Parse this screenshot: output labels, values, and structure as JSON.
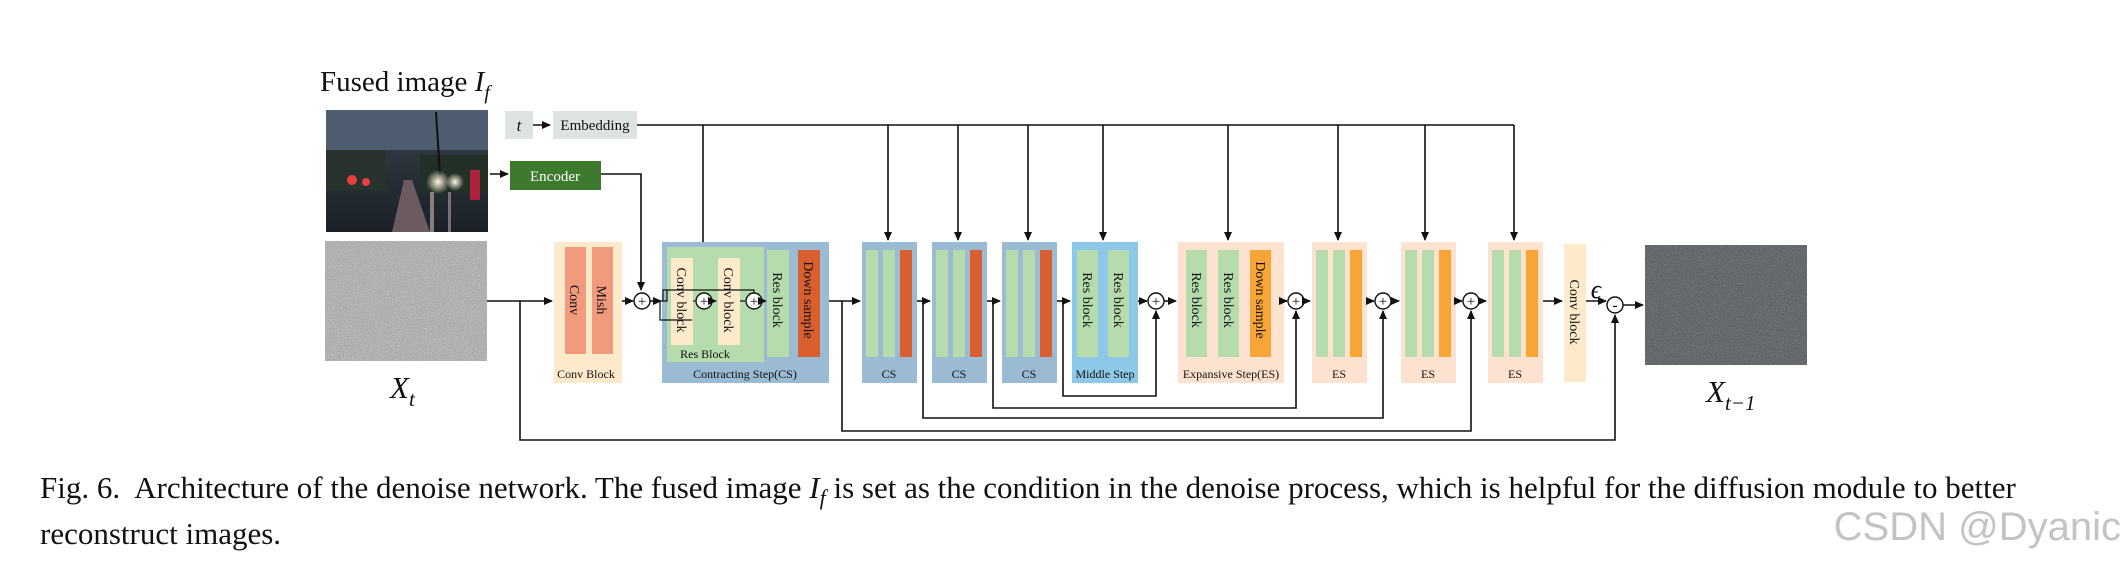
{
  "diagram": {
    "fused_image_label": "Fused image",
    "fused_image_var": "I",
    "fused_image_sub": "f",
    "xt_label": "X",
    "xt_sub": "t",
    "xt1_label": "X",
    "xt1_sub": "t−1",
    "t_label": "t",
    "embedding_label": "Embedding",
    "encoder_label": "Encoder",
    "conv_label": "Conv",
    "mish_label": "Mish",
    "conv_block_caption": "Conv Block",
    "conv_block_a": "Conv block",
    "conv_block_b": "Conv block",
    "res_block_caption": "Res Block",
    "res_block_label": "Res block",
    "down_sample_label": "Down sample",
    "contracting_caption": "Contracting Step(CS)",
    "cs_label": "CS",
    "middle_res_a": "Res block",
    "middle_res_b": "Res block",
    "middle_caption": "Middle Step",
    "exp_res_a": "Res block",
    "exp_res_b": "Res block",
    "exp_down": "Down sample",
    "expansive_caption": "Expansive Step(ES)",
    "es_label": "ES",
    "final_conv_label": "Conv block",
    "epsilon_label": "ϵ",
    "plus_symbol": "+",
    "minus_symbol": "-"
  },
  "caption": {
    "fig_label": "Fig. 6.",
    "text_1": "Architecture of the denoise network. The fused image ",
    "var": "I",
    "var_sub": "f",
    "text_2": " is set as the condition in the denoise process, which is helpful for the diffusion module to better reconstruct images."
  },
  "watermark": "CSDN @Dyanic",
  "colors": {
    "blue_panel": "#9bbad4",
    "light_blue_panel": "#8ec8e8",
    "peach_panel": "#fde3cf",
    "cream_panel": "#fdeacb",
    "green_bar": "#b6dcae",
    "red_bar": "#d95f30",
    "orange_bar": "#f7a536",
    "salmon_bar": "#f19a7e",
    "encoder_green": "#3e7a2e",
    "embedding_gray": "#dde3e3"
  }
}
